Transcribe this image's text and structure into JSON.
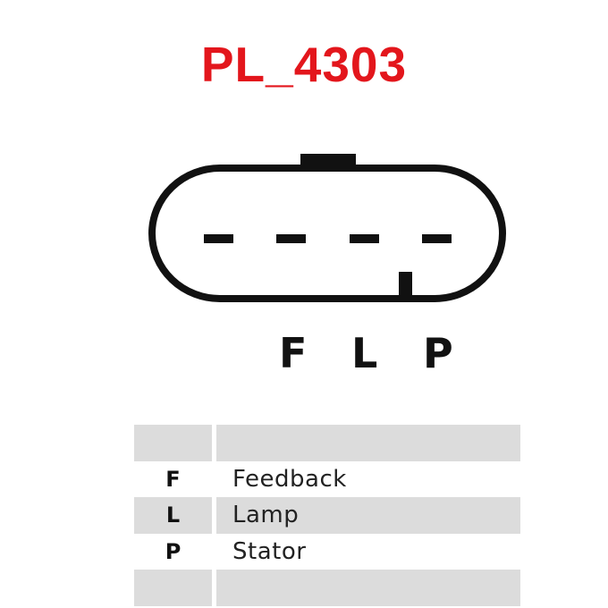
{
  "title": "PL_4303",
  "colors": {
    "title": "#e3161c",
    "outline": "#111111",
    "row_shade": "#dcdcdc"
  },
  "connector": {
    "shape": "oval",
    "pin_count": 4,
    "pin_labels": [
      "F",
      "L",
      "P"
    ]
  },
  "table": {
    "rows": [
      {
        "code": "",
        "description": "",
        "shaded": true
      },
      {
        "code": "F",
        "description": "Feedback",
        "shaded": false
      },
      {
        "code": "L",
        "description": "Lamp",
        "shaded": true
      },
      {
        "code": "P",
        "description": "Stator",
        "shaded": false
      },
      {
        "code": "",
        "description": "",
        "shaded": true
      }
    ]
  }
}
